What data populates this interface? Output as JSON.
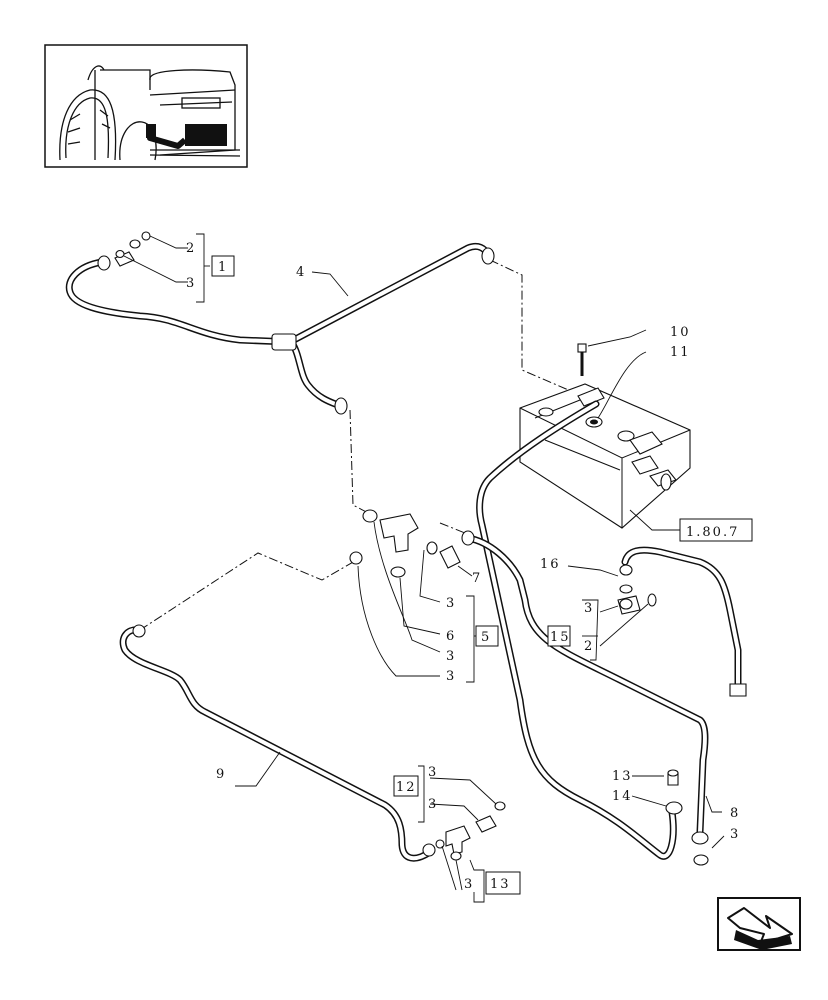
{
  "diagram": {
    "labels": {
      "p1": "1",
      "p2a": "2",
      "p3a": "3",
      "p4": "4",
      "p10": "10",
      "p11": "11",
      "ref": "1.80.7",
      "p16": "16",
      "p3b": "3",
      "p15": "15",
      "p2b": "2",
      "p7": "7",
      "p3c": "3",
      "p6": "6",
      "p5": "5",
      "p3d": "3",
      "p3e": "3",
      "p9": "9",
      "p12": "12",
      "p3f": "3",
      "p3g": "3",
      "p3h": "3",
      "p13box": "13",
      "p13": "13",
      "p14": "14",
      "p8": "8",
      "p3i": "3"
    }
  },
  "icons": {
    "thumbnail": "tractor-location-icon",
    "navigation": "next-page-arrow-icon"
  },
  "colors": {
    "ink": "#111111",
    "paper": "#ffffff"
  }
}
